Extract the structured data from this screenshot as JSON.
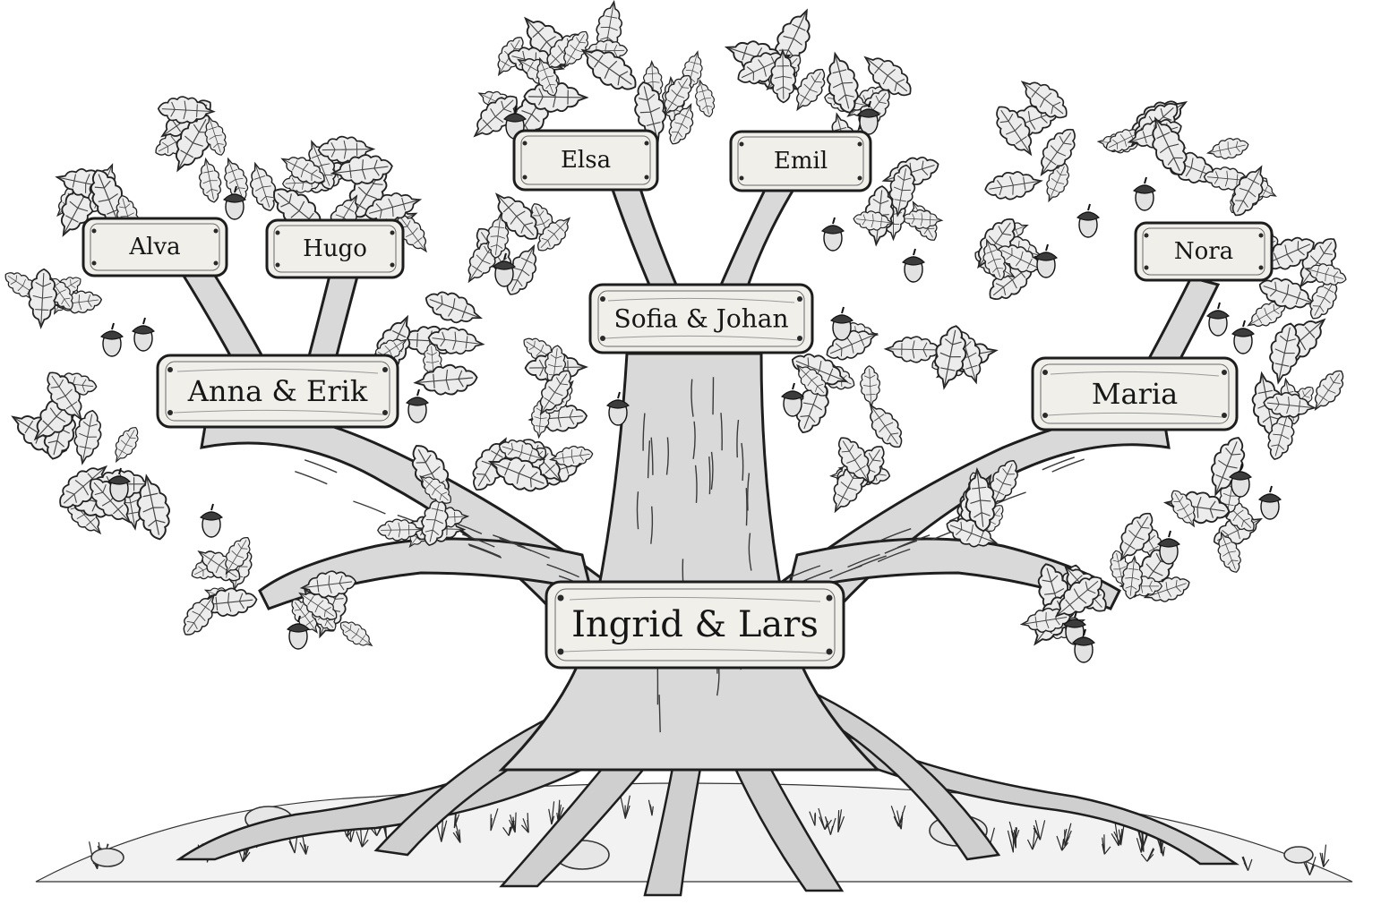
{
  "tree": {
    "members": {
      "root_couple": "Ingrid & Lars",
      "left_couple": "Anna & Erik",
      "center_couple": "Sofia & Johan",
      "right_member": "Maria",
      "left_child_1": "Alva",
      "left_child_2": "Hugo",
      "center_child_1": "Elsa",
      "center_child_2": "Emil",
      "right_child": "Nora"
    }
  }
}
